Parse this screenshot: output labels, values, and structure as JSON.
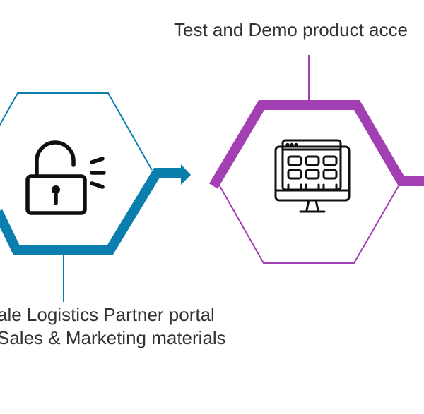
{
  "diagram": {
    "colors": {
      "blue": "#0a7fae",
      "purple": "#a23fb3",
      "icon": "#0f0f0f",
      "text": "#333333",
      "background": "#ffffff"
    },
    "steps": [
      {
        "id": "partner-portal",
        "icon": "unlock-icon",
        "color": "#0a7fae",
        "label_lines": [
          "ale Logistics Partner portal",
          "Sales & Marketing materials"
        ]
      },
      {
        "id": "demo-access",
        "icon": "monitor-dashboard-icon",
        "color": "#a23fb3",
        "label_lines": [
          "Test and Demo product acce"
        ]
      }
    ]
  }
}
